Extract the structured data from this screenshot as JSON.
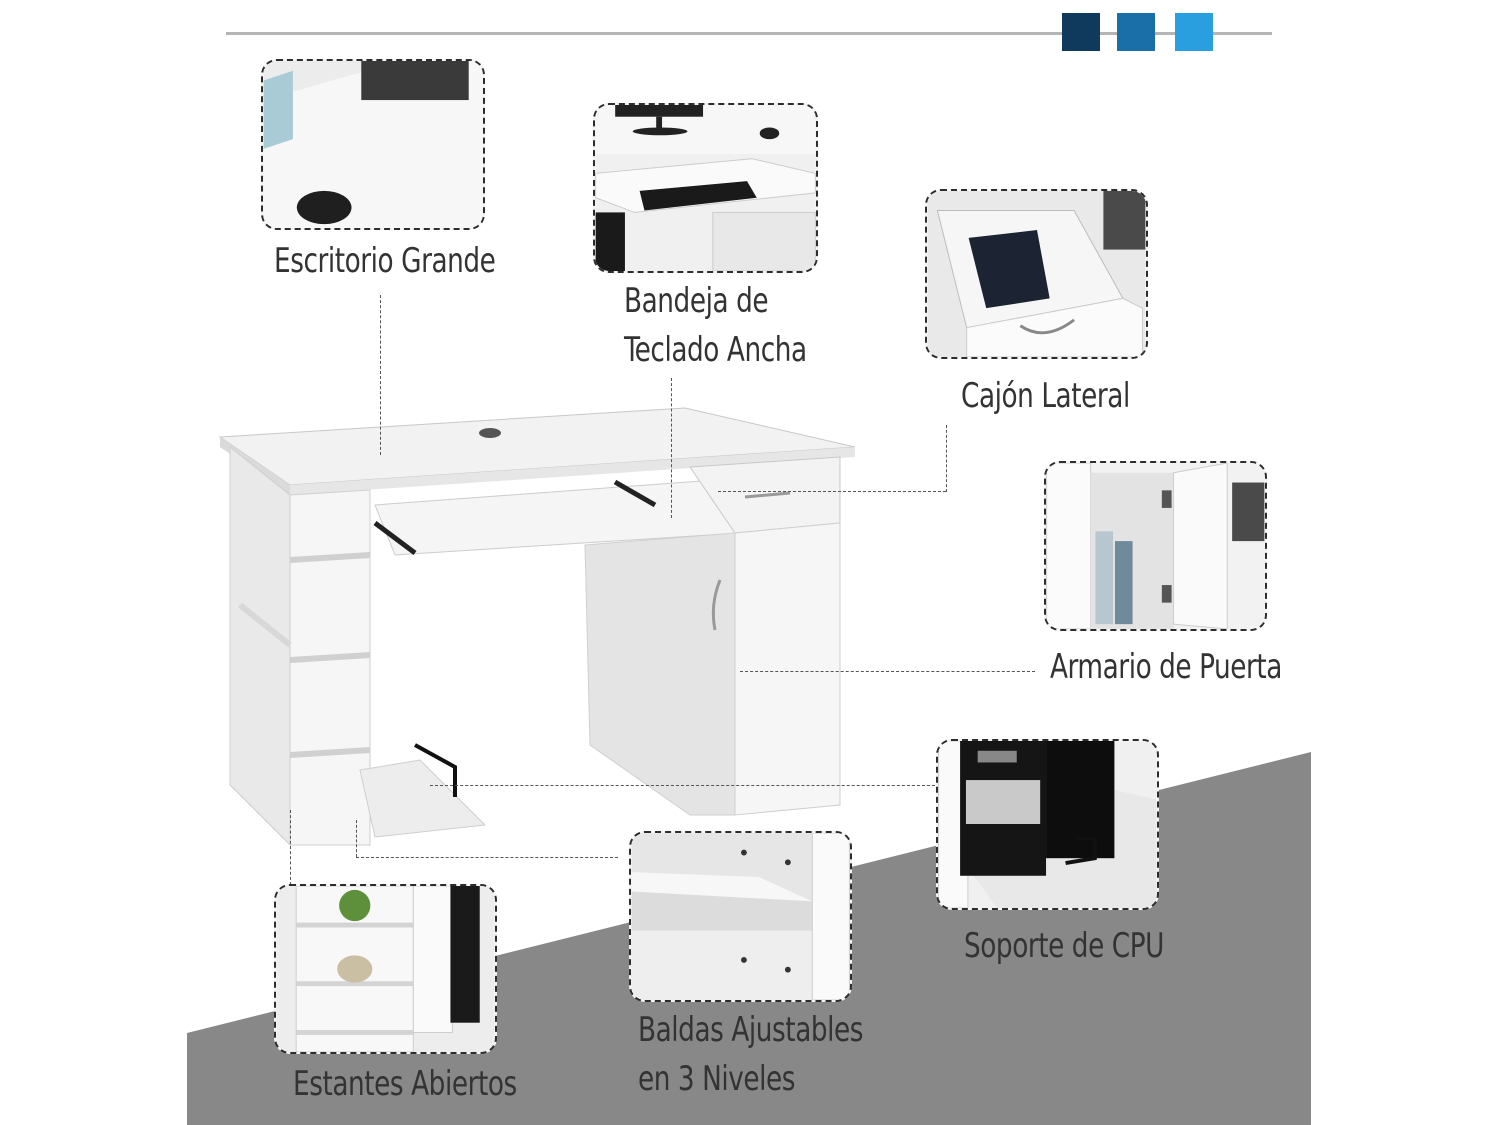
{
  "accent_colors": [
    "#0f3a5c",
    "#1a6fa8",
    "#2a9fe0"
  ],
  "floor_color": "#888888",
  "features": [
    {
      "id": "escritorio",
      "lines": [
        "Escritorio Grande"
      ]
    },
    {
      "id": "bandeja",
      "lines": [
        "Bandeja de",
        "Teclado Ancha"
      ]
    },
    {
      "id": "cajon",
      "lines": [
        "Cajón Lateral"
      ]
    },
    {
      "id": "armario",
      "lines": [
        "Armario de Puerta"
      ]
    },
    {
      "id": "cpu",
      "lines": [
        "Soporte de CPU"
      ]
    },
    {
      "id": "baldas",
      "lines": [
        "Baldas Ajustables",
        "en 3 Niveles"
      ]
    },
    {
      "id": "estantes",
      "lines": [
        "Estantes Abiertos"
      ]
    }
  ]
}
